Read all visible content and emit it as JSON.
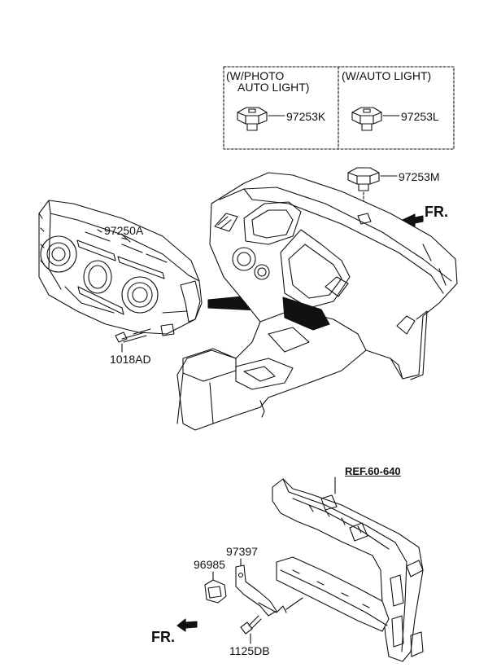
{
  "legend": {
    "box1_title_line1": "(W/PHOTO",
    "box1_title_line2": "AUTO LIGHT)",
    "box1_part": "97253K",
    "box2_title": "(W/AUTO LIGHT)",
    "box2_part": "97253L"
  },
  "parts": {
    "sensor_top": "97253M",
    "heater_control": "97250A",
    "screw_top": "1018AD",
    "ref": "REF.60-640",
    "bracket": "97397",
    "sensor_bottom": "96985",
    "screw_bottom": "1125DB"
  },
  "direction": {
    "fr_top": "FR.",
    "fr_bottom": "FR."
  }
}
